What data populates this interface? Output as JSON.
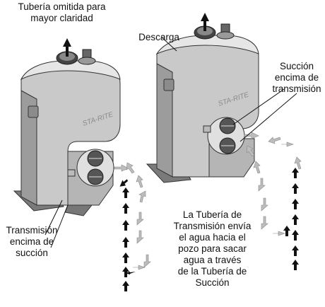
{
  "labels": {
    "omitted_line1": "Tubería omitida para",
    "omitted_line2": "mayor claridad",
    "discharge": "Descarga",
    "suction_top_line1": "Succión",
    "suction_top_line2": "encima de",
    "suction_top_line3": "transmisión",
    "drive_line1": "Transmisión",
    "drive_line2": "encima de",
    "drive_line3": "succión",
    "explanation": [
      "La Tubería de",
      "Transmisión envía",
      "el agua hacia el",
      "pozo para sacar",
      "agua a través",
      "de la Tubería de",
      "Succión"
    ]
  },
  "brand_plate": "STA-RITE",
  "colors": {
    "body_light": "#d9d9d9",
    "body_mid": "#b3b3b3",
    "body_dark": "#8c8c8c",
    "drive_arrow": "#111111",
    "suction_arrow": "#b8b8b8"
  }
}
